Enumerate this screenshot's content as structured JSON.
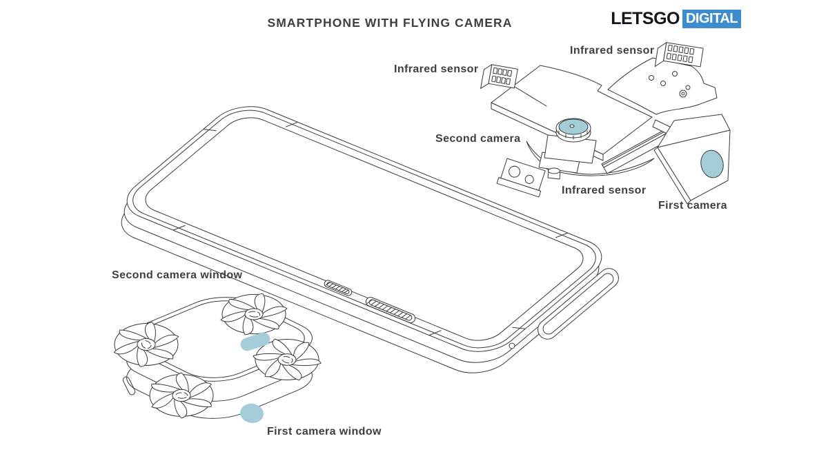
{
  "page": {
    "background_color": "#ffffff",
    "title": "SMARTPHONE WITH FLYING CAMERA"
  },
  "logo": {
    "part_dark": "LETSGO",
    "part_light": "DIGITAL",
    "dark_text_color": "#14141f",
    "accent_color": "#3d8dce"
  },
  "colors": {
    "line_art": "#383838",
    "label_text": "#3f3f3f",
    "camera_glass_teal": "#a4cdd9"
  },
  "diagram": {
    "camera_module_labels": {
      "infrared_sensor_left": "Infrared sensor",
      "infrared_sensor_top": "Infrared sensor",
      "infrared_sensor_bottom": "Infrared sensor",
      "second_camera": "Second camera",
      "first_camera": "First camera"
    },
    "drone_labels": {
      "second_camera_window": "Second camera window",
      "first_camera_window": "First camera window"
    }
  }
}
